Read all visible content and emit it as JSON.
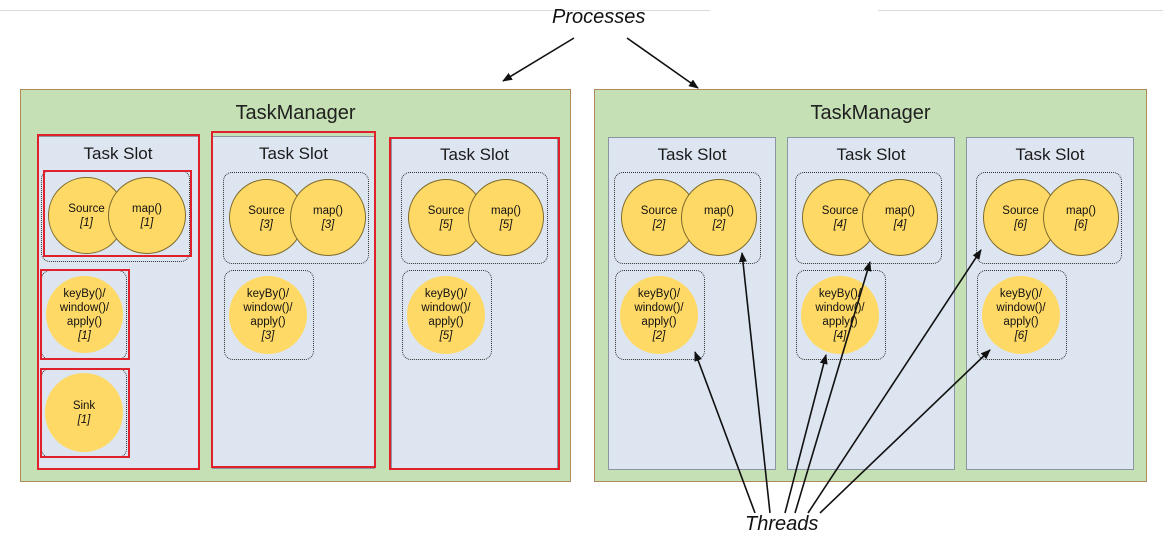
{
  "labels": {
    "processes": "Processes",
    "threads": "Threads"
  },
  "task_managers": [
    {
      "title": "TaskManager",
      "slots": [
        {
          "title": "Task Slot",
          "source": "Source",
          "map": "map()",
          "source_idx": "[1]",
          "map_idx": "[1]",
          "window_op": "keyBy()/\nwindow()/\napply()",
          "window_idx": "[1]",
          "sink": "Sink",
          "sink_idx": "[1]"
        },
        {
          "title": "Task Slot",
          "source": "Source",
          "map": "map()",
          "source_idx": "[3]",
          "map_idx": "[3]",
          "window_op": "keyBy()/\nwindow()/\napply()",
          "window_idx": "[3]"
        },
        {
          "title": "Task Slot",
          "source": "Source",
          "map": "map()",
          "source_idx": "[5]",
          "map_idx": "[5]",
          "window_op": "keyBy()/\nwindow()/\napply()",
          "window_idx": "[5]"
        }
      ]
    },
    {
      "title": "TaskManager",
      "slots": [
        {
          "title": "Task Slot",
          "source": "Source",
          "map": "map()",
          "source_idx": "[2]",
          "map_idx": "[2]",
          "window_op": "keyBy()/\nwindow()/\napply()",
          "window_idx": "[2]"
        },
        {
          "title": "Task Slot",
          "source": "Source",
          "map": "map()",
          "source_idx": "[4]",
          "map_idx": "[4]",
          "window_op": "keyBy()/\nwindow()/\napply()",
          "window_idx": "[4]"
        },
        {
          "title": "Task Slot",
          "source": "Source",
          "map": "map()",
          "source_idx": "[6]",
          "map_idx": "[6]",
          "window_op": "keyBy()/\nwindow()/\napply()",
          "window_idx": "[6]"
        }
      ]
    }
  ],
  "colors": {
    "task_manager_bg": "#c5e0b4",
    "slot_bg": "#dde5f0",
    "operator": "#ffd966",
    "highlight": "#e0202a"
  }
}
